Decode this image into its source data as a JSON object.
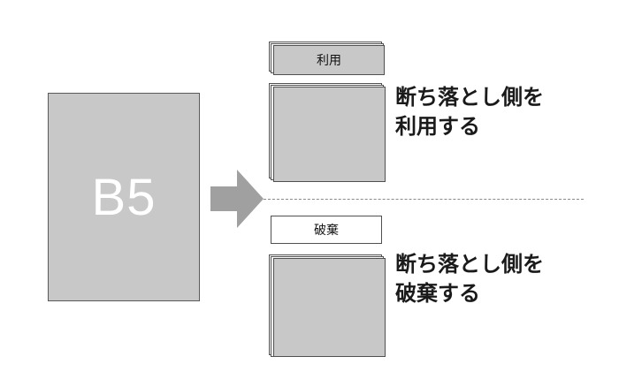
{
  "source": {
    "label": "B5"
  },
  "top_group": {
    "tab_label": "利用",
    "description_line1": "断ち落とし側を",
    "description_line2": "利用する"
  },
  "bottom_group": {
    "tab_label": "破棄",
    "description_line1": "断ち落とし側を",
    "description_line2": "破棄する"
  },
  "colors": {
    "sheet_fill": "#c8c8c9",
    "arrow_fill": "#a0a0a0",
    "outline": "#505050"
  },
  "icons": {
    "arrow": "right-arrow-icon"
  }
}
